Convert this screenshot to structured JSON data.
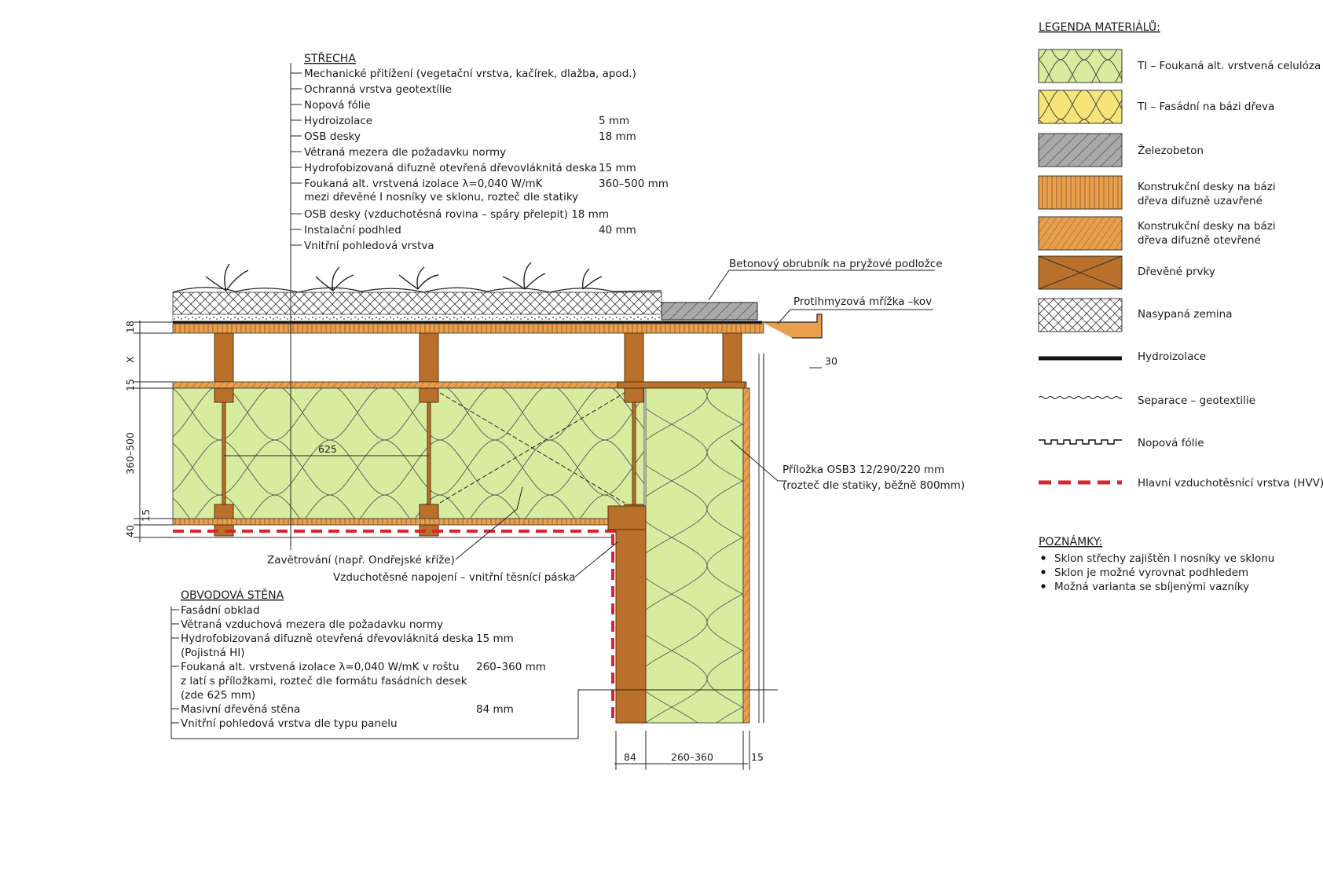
{
  "roof": {
    "heading": "STŘECHA",
    "layers": [
      {
        "text": "Mechanické přitížení (vegetační vrstva, kačírek, dlažba, apod.)",
        "value": ""
      },
      {
        "text": "Ochranná vrstva geotextílie",
        "value": ""
      },
      {
        "text": "Nopová fólie",
        "value": ""
      },
      {
        "text": "Hydroizolace",
        "value": "5 mm"
      },
      {
        "text": "OSB desky",
        "value": "18 mm"
      },
      {
        "text": "Větraná mezera dle požadavku normy",
        "value": ""
      },
      {
        "text": "Hydrofobizovaná difuzně otevřená dřevovláknitá deska",
        "value": "15 mm"
      },
      {
        "text": "Foukaná alt. vrstvená izolace λ=0,040 W/mK",
        "text2": "mezi dřevěné I nosníky ve sklonu, rozteč dle statiky",
        "value": "360–500 mm"
      },
      {
        "text": "OSB desky (vzduchotěsná rovina – spáry přelepit) 18 mm",
        "value": ""
      },
      {
        "text": "Instalační podhled",
        "value": "40 mm"
      },
      {
        "text": "Vnitřní pohledová vrstva",
        "value": ""
      }
    ]
  },
  "wall": {
    "heading": "OBVODOVÁ STĚNA",
    "layers": [
      {
        "text": "Fasádní obklad",
        "value": ""
      },
      {
        "text": "Větraná vzduchová mezera dle požadavku normy",
        "value": ""
      },
      {
        "text": "Hydrofobizovaná difuzně otevřená dřevovláknitá deska",
        "text2": "(Pojistná HI)",
        "value": "15 mm"
      },
      {
        "text": "Foukaná alt. vrstvená izolace λ=0,040 W/mK v roštu",
        "text2": "z latí s příložkami, rozteč dle formátu fasádních desek",
        "text3": "(zde 625 mm)",
        "value": "260–360 mm"
      },
      {
        "text": "Masivní dřevěná stěna",
        "value": "84 mm"
      },
      {
        "text": "Vnitřní pohledová vrstva dle typu panelu",
        "value": ""
      }
    ]
  },
  "callouts": {
    "curb": "Betonový obrubník na pryžové podložce",
    "mesh": "Protihmyzová mřížka –kov",
    "osb_strip_1": "Příložka OSB3 12/290/220 mm",
    "osb_strip_2": "(rozteč dle statiky, běžně 800mm)",
    "bracing": "Zavětrování (např. Ondřejské kříže)",
    "airtight_joint": "Vzduchotěsné napojení – vnitřní těsnící páska"
  },
  "dimensions": {
    "vertical": [
      "18",
      "X",
      "15",
      "360–500",
      "15",
      "40"
    ],
    "spacing": "625",
    "edge": "30",
    "bottom": [
      "84",
      "260–360",
      "15"
    ]
  },
  "legend": {
    "title": "LEGENDA MATERIÁLŮ:",
    "items": [
      {
        "label": "TI – Foukaná alt. vrstvená celulóza",
        "swatch": "insulation-green",
        "color": "#d7ec9f"
      },
      {
        "label": "TI – Fasádní na bázi dřeva",
        "swatch": "insulation-yellow",
        "color": "#f6e479"
      },
      {
        "label": "Železobeton",
        "swatch": "concrete",
        "color": "#a9a9a9"
      },
      {
        "label": "Konstrukční desky na bázi",
        "label2": "dřeva difuzně uzavřené",
        "swatch": "board-closed",
        "color": "#e9a04e"
      },
      {
        "label": "Konstrukční desky na bázi",
        "label2": "dřeva difuzně otevřené",
        "swatch": "board-open",
        "color": "#e9a04e"
      },
      {
        "label": "Dřevěné prvky",
        "swatch": "timber",
        "color": "#b8702a"
      },
      {
        "label": "Nasypaná zemina",
        "swatch": "soil",
        "color": "#ffffff"
      },
      {
        "label": "Hydroizolace",
        "swatch": "waterproofing",
        "color": "#111111"
      },
      {
        "label": "Separace – geotextilie",
        "swatch": "geotextile",
        "color": "#111111"
      },
      {
        "label": "Nopová fólie",
        "swatch": "dimple-foil",
        "color": "#111111"
      },
      {
        "label": "Hlavní vzduchotěsnící vrstva (HVV)",
        "swatch": "airtight",
        "color": "#d9262b"
      }
    ]
  },
  "notes": {
    "title": "POZNÁMKY:",
    "items": [
      "Sklon střechy zajištěn I nosníky ve sklonu",
      "Sklon je možné vyrovnat podhledem",
      "Možná varianta se sbíjenými vazníky"
    ]
  }
}
